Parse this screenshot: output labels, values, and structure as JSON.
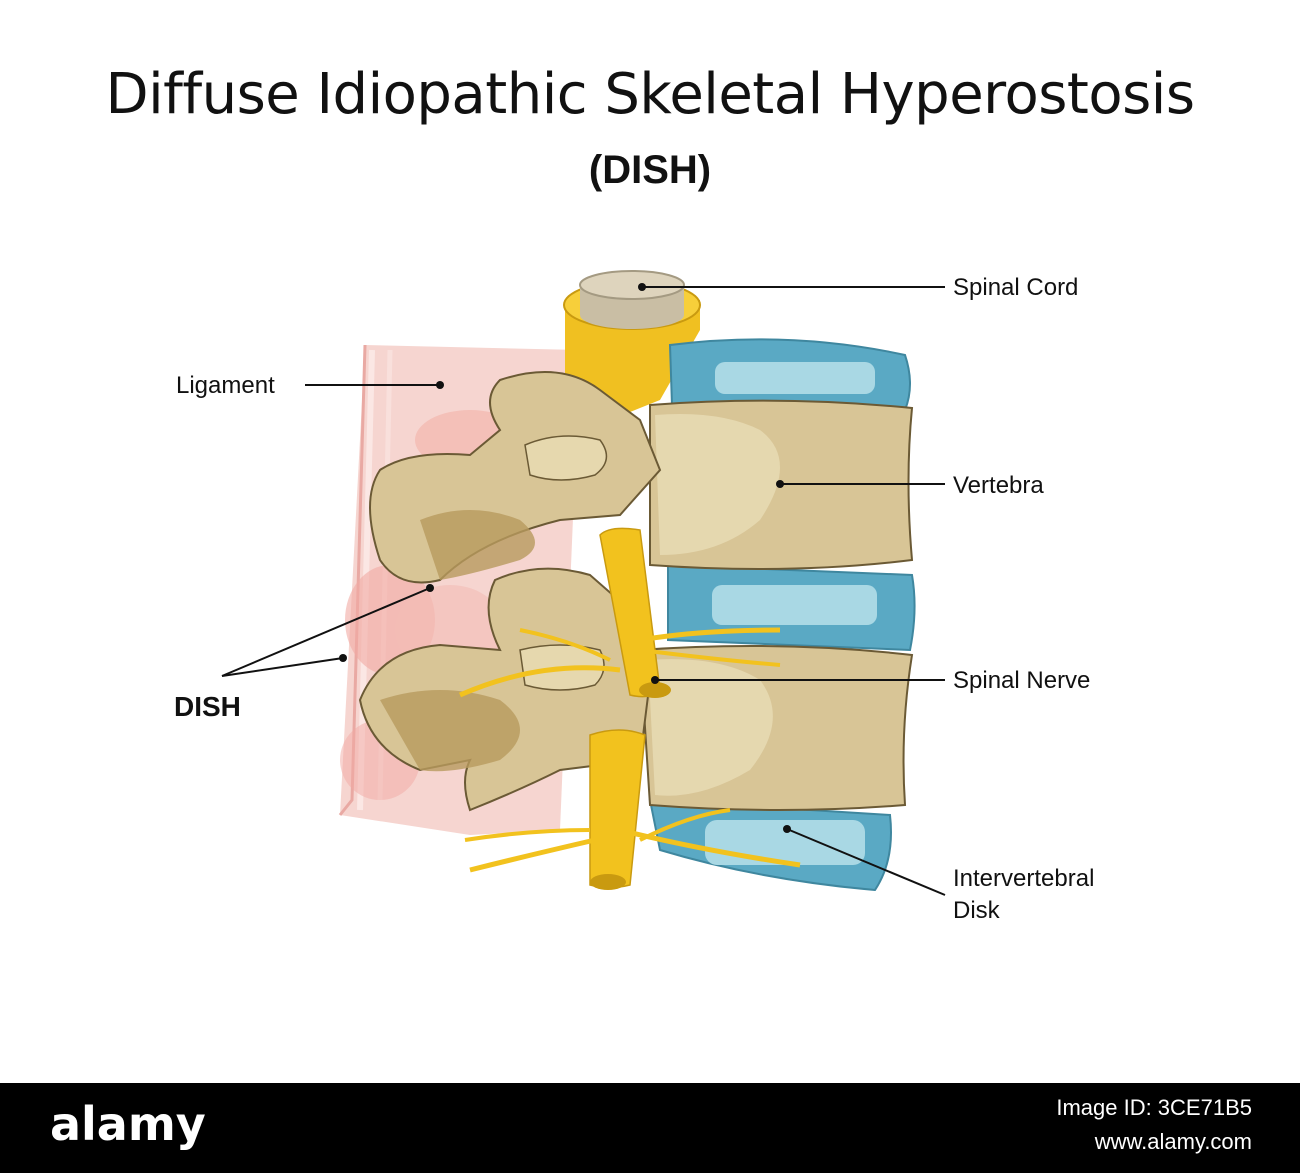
{
  "title": "Diffuse Idiopathic Skeletal Hyperostosis",
  "subtitle": "(DISH)",
  "labels": {
    "spinal_cord": "Spinal Cord",
    "ligament": "Ligament",
    "vertebra": "Vertebra",
    "spinal_nerve": "Spinal Nerve",
    "dish": "DISH",
    "intervertebral_line1": "Intervertebral",
    "intervertebral_line2": "Disk"
  },
  "footer": {
    "brand": "alamy",
    "image_id": "Image ID: 3CE71B5",
    "site": "www.alamy.com"
  },
  "colors": {
    "bone": "#d8c596",
    "bone_shadow": "#b89a5e",
    "disk": "#5aa9c4",
    "disk_light": "#a9d8e4",
    "nerve": "#f2c21e",
    "ligament": "#f4c6c2"
  }
}
